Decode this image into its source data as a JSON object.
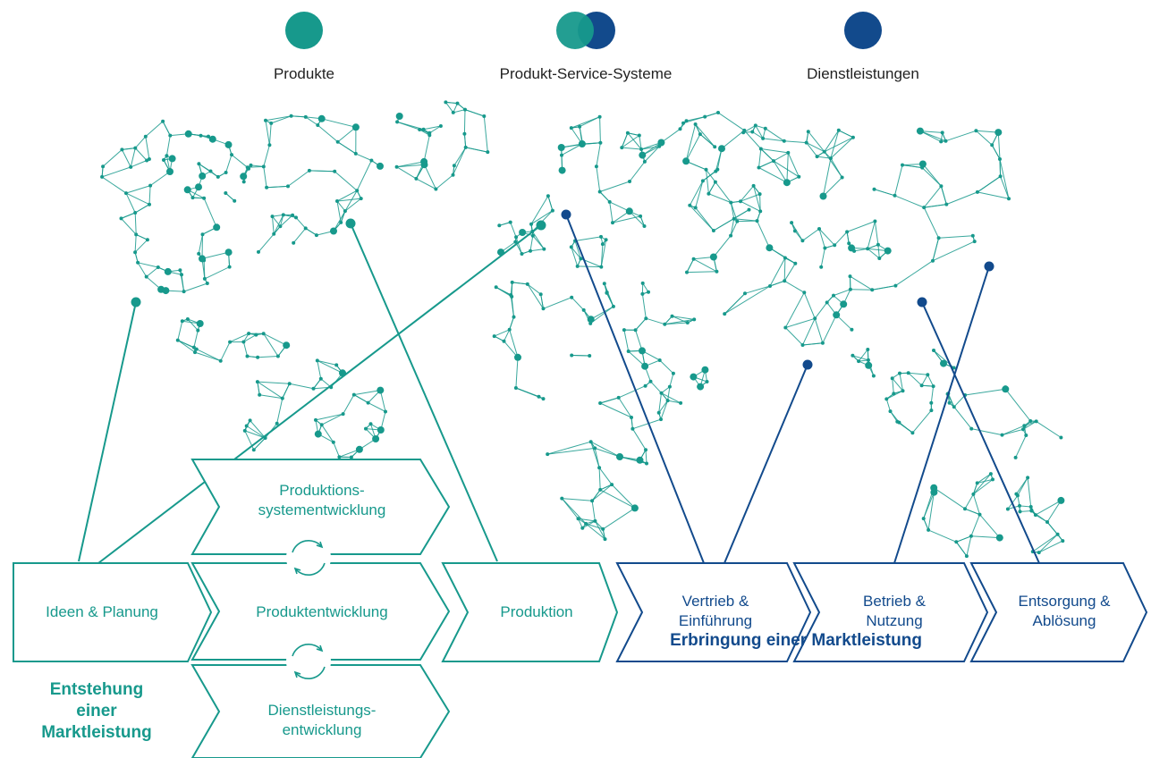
{
  "colors": {
    "teal": "#17998c",
    "navy": "#124a8c",
    "text": "#222222"
  },
  "legend": {
    "products": "Produkte",
    "pss": "Produkt-Service-Systeme",
    "services": "Dienstleistungen"
  },
  "phases": {
    "ideas": "Ideen & Planung",
    "production_system": "Produktions-\nsystementwicklung",
    "product_dev": "Produktentwicklung",
    "service_dev": "Dienstleistungs-\nentwicklung",
    "production": "Produktion",
    "distribution": "Vertrieb &\nEinführung",
    "operation": "Betrieb &\nNutzung",
    "disposal": "Entsorgung &\nAblösung"
  },
  "groups": {
    "creation": "Entstehung\neiner\nMarktleistung",
    "delivery": "Erbringung einer Marktleistung"
  },
  "icons": [
    "cycle-arrows-icon",
    "world-network-map"
  ]
}
